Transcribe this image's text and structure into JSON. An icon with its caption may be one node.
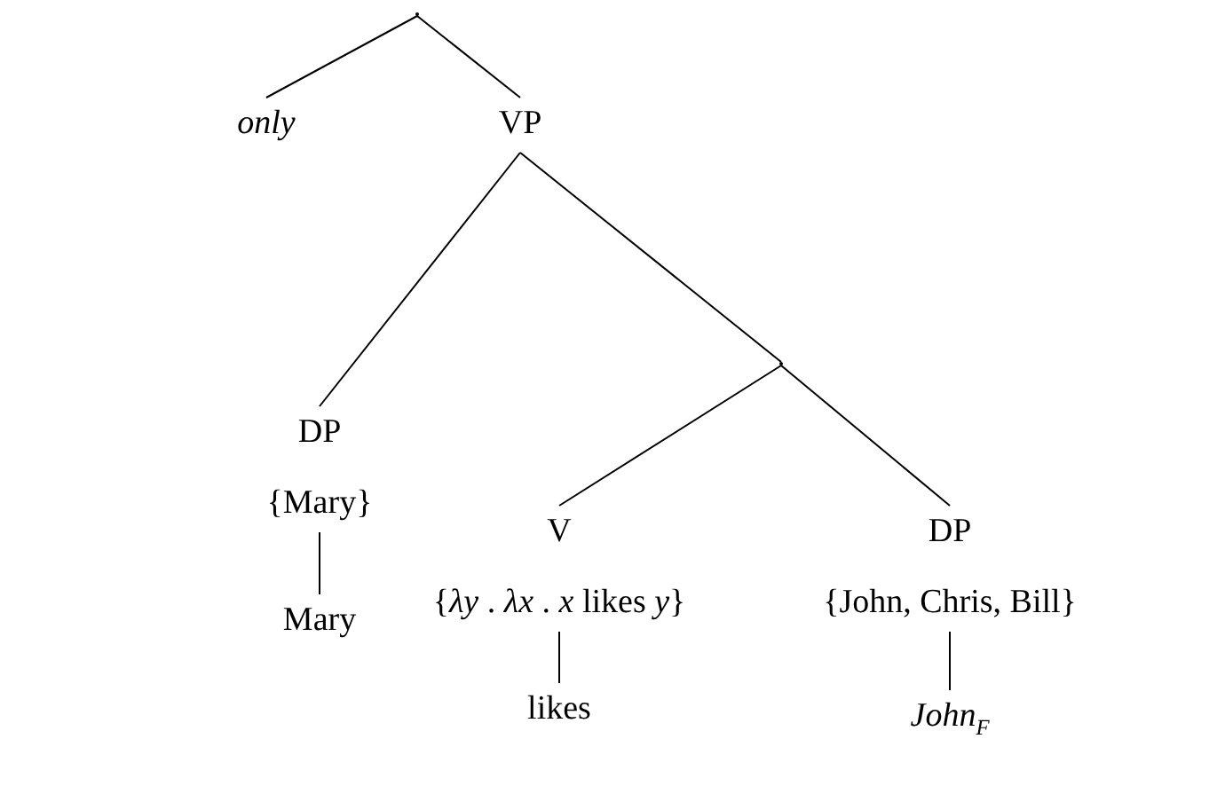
{
  "diagram": {
    "nodes": [
      {
        "text": [],
        "shape": "point"
      },
      {
        "text": [
          "only"
        ]
      },
      {
        "text": [
          "VP"
        ]
      },
      {
        "text": [
          "DP",
          "{Mary}"
        ]
      },
      {
        "text": [
          "Mary"
        ]
      },
      {
        "text": [],
        "shape": "point"
      },
      {
        "text": [
          "V",
          "{*λy* . *λx* . *x* likes *y*}"
        ]
      },
      {
        "text": [
          "likes"
        ]
      },
      {
        "text": [
          "DP",
          "{John, Chris, Bill}"
        ]
      },
      {
        "text": [
          "John$_{F}$"
        ]
      }
    ],
    "edges": [
      {
        "from": 0,
        "to": 1,
        "arrow": "none"
      },
      {
        "from": 0,
        "to": 2,
        "arrow": "none"
      },
      {
        "from": 2,
        "to": 3,
        "arrow": "none"
      },
      {
        "from": 3,
        "to": 4,
        "arrow": "none"
      },
      {
        "from": 2,
        "to": 5,
        "arrow": "none"
      },
      {
        "from": 5,
        "to": 6,
        "arrow": "none"
      },
      {
        "from": 5,
        "to": 8,
        "arrow": "none"
      },
      {
        "from": 6,
        "to": 7,
        "arrow": "none"
      },
      {
        "from": 8,
        "to": 9,
        "arrow": "none"
      }
    ]
  }
}
